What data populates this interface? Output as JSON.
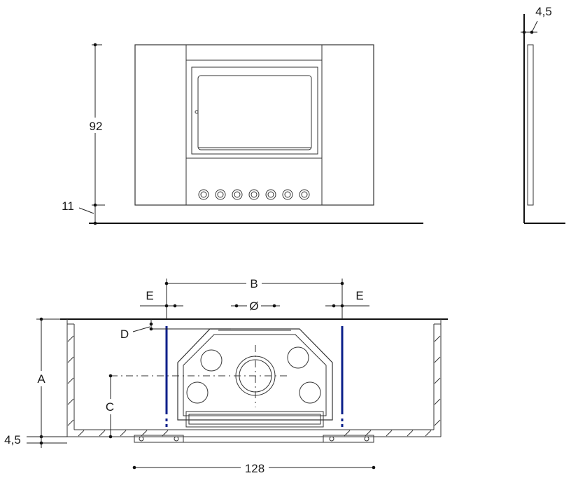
{
  "front_view": {
    "dim_height": "92",
    "dim_base": "11"
  },
  "side_view": {
    "dim_depth": "4,5"
  },
  "plan_view": {
    "label_a": "A",
    "label_b": "B",
    "label_c": "C",
    "label_d": "D",
    "label_e_left": "E",
    "label_e_right": "E",
    "label_diameter": "Ø",
    "dim_offset": "4,5",
    "dim_width": "128"
  },
  "colors": {
    "line": "#333333",
    "wall_marker": "#0b1f8a",
    "background": "#ffffff"
  }
}
